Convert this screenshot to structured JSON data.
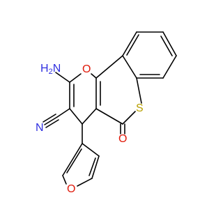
{
  "molecule": {
    "atoms": {
      "nh2": "H2N",
      "ring_o": "O",
      "nitrile_n": "N",
      "thio_s": "S",
      "carbonyl_o": "O",
      "furan_o": "O"
    },
    "colors": {
      "bond": "#000000",
      "nitrogen": "#2f2fe0",
      "oxygen": "#e0190a",
      "sulfur": "#b8a000",
      "background": "#ffffff"
    }
  }
}
